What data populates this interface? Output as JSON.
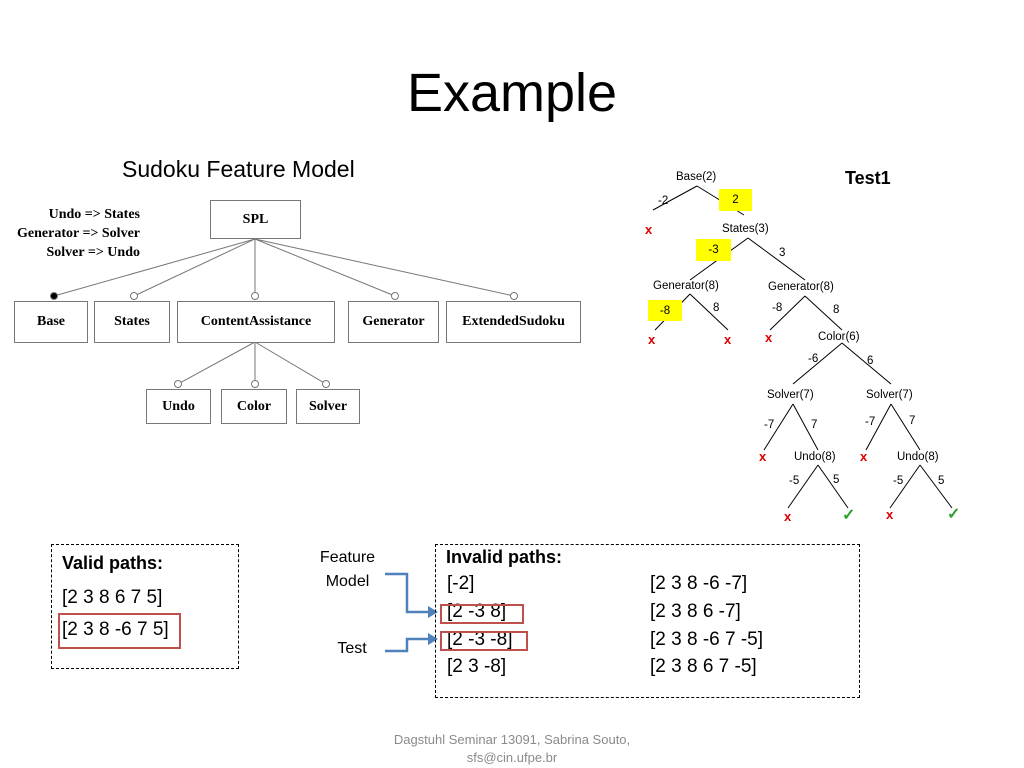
{
  "title": "Example",
  "feature_model": {
    "title": "Sudoku Feature Model",
    "constraints": [
      "Undo => States",
      "Generator => Solver",
      "Solver => Undo"
    ],
    "root": "SPL",
    "level1": [
      "Base",
      "States",
      "ContentAssistance",
      "Generator",
      "ExtendedSudoku"
    ],
    "level2": [
      "Undo",
      "Color",
      "Solver"
    ]
  },
  "test_tree": {
    "title": "Test1",
    "nodes": {
      "base": "Base(2)",
      "states": "States(3)",
      "gen_left": "Generator(8)",
      "gen_right": "Generator(8)",
      "color": "Color(6)",
      "solver_left": "Solver(7)",
      "solver_right": "Solver(7)",
      "undo_left": "Undo(8)",
      "undo_right": "Undo(8)"
    },
    "edges": {
      "base_l": "-2",
      "base_r": "2",
      "states_l": "-3",
      "states_r": "3",
      "genl_l": "-8",
      "genl_r": "8",
      "genr_l": "-8",
      "genr_r": "8",
      "color_l": "-6",
      "color_r": "6",
      "solverl_l": "-7",
      "solverl_r": "7",
      "solverr_l": "-7",
      "solverr_r": "7",
      "undol_l": "-5",
      "undol_r": "5",
      "undor_l": "-5",
      "undor_r": "5"
    },
    "fail_mark": "x",
    "pass_mark": "✓",
    "colors": {
      "highlight": "#ffff00",
      "fail": "#e00000",
      "pass": "#2ea02e"
    }
  },
  "valid_paths": {
    "heading": "Valid paths:",
    "items": [
      "[2 3 8 6 7 5]",
      "[2 3 8 -6 7 5]"
    ]
  },
  "invalid_paths": {
    "heading": "Invalid paths:",
    "left": [
      "[-2]",
      "[2 -3 8]",
      "[2 -3 -8]",
      "[2  3 -8]"
    ],
    "right": [
      "[2 3 8 -6 -7]",
      "[2 3 8 6 -7]",
      "[2 3 8 -6 7 -5]",
      "[2 3 8  6 7 -5]"
    ]
  },
  "arrow_labels": {
    "feature_model": "Feature Model",
    "test": "Test"
  },
  "footer": {
    "line1": "Dagstuhl Seminar 13091, Sabrina Souto,",
    "line2": "sfs@cin.ufpe.br"
  },
  "colors": {
    "red_box": "#c0504d",
    "arrow": "#4f81bd"
  }
}
